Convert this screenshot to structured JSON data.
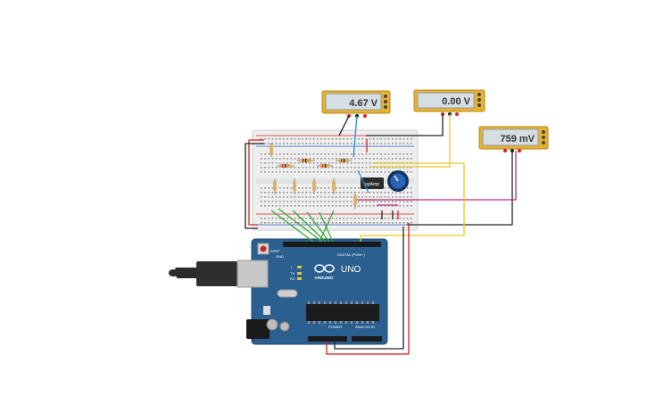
{
  "meters": [
    {
      "id": "m1",
      "reading": "4.67 V"
    },
    {
      "id": "m2",
      "reading": "0.00 V"
    },
    {
      "id": "m3",
      "reading": "759 mV"
    }
  ],
  "opamp": {
    "label": "opAmp"
  },
  "arduino": {
    "brand": "ARDUINO",
    "model": "UNO",
    "digital_label": "DIGITAL (PWM~)",
    "power_label": "POWER",
    "analog_label": "ANALOG IN",
    "aref_label": "AREF",
    "gnd_label": "GND",
    "tx_label": "TX",
    "rx_label": "RX",
    "led_label": "L"
  },
  "colors": {
    "meter_body": "#e8b230",
    "meter_screen": "#d6dde3",
    "board_blue": "#2a5f8f",
    "breadboard": "#eeeeee",
    "wire_red": "#d32222",
    "wire_black": "#222222",
    "wire_yellow": "#e9c62a",
    "wire_green": "#3aa63a",
    "wire_blue": "#1f8fd6",
    "wire_magenta": "#c2287a"
  }
}
